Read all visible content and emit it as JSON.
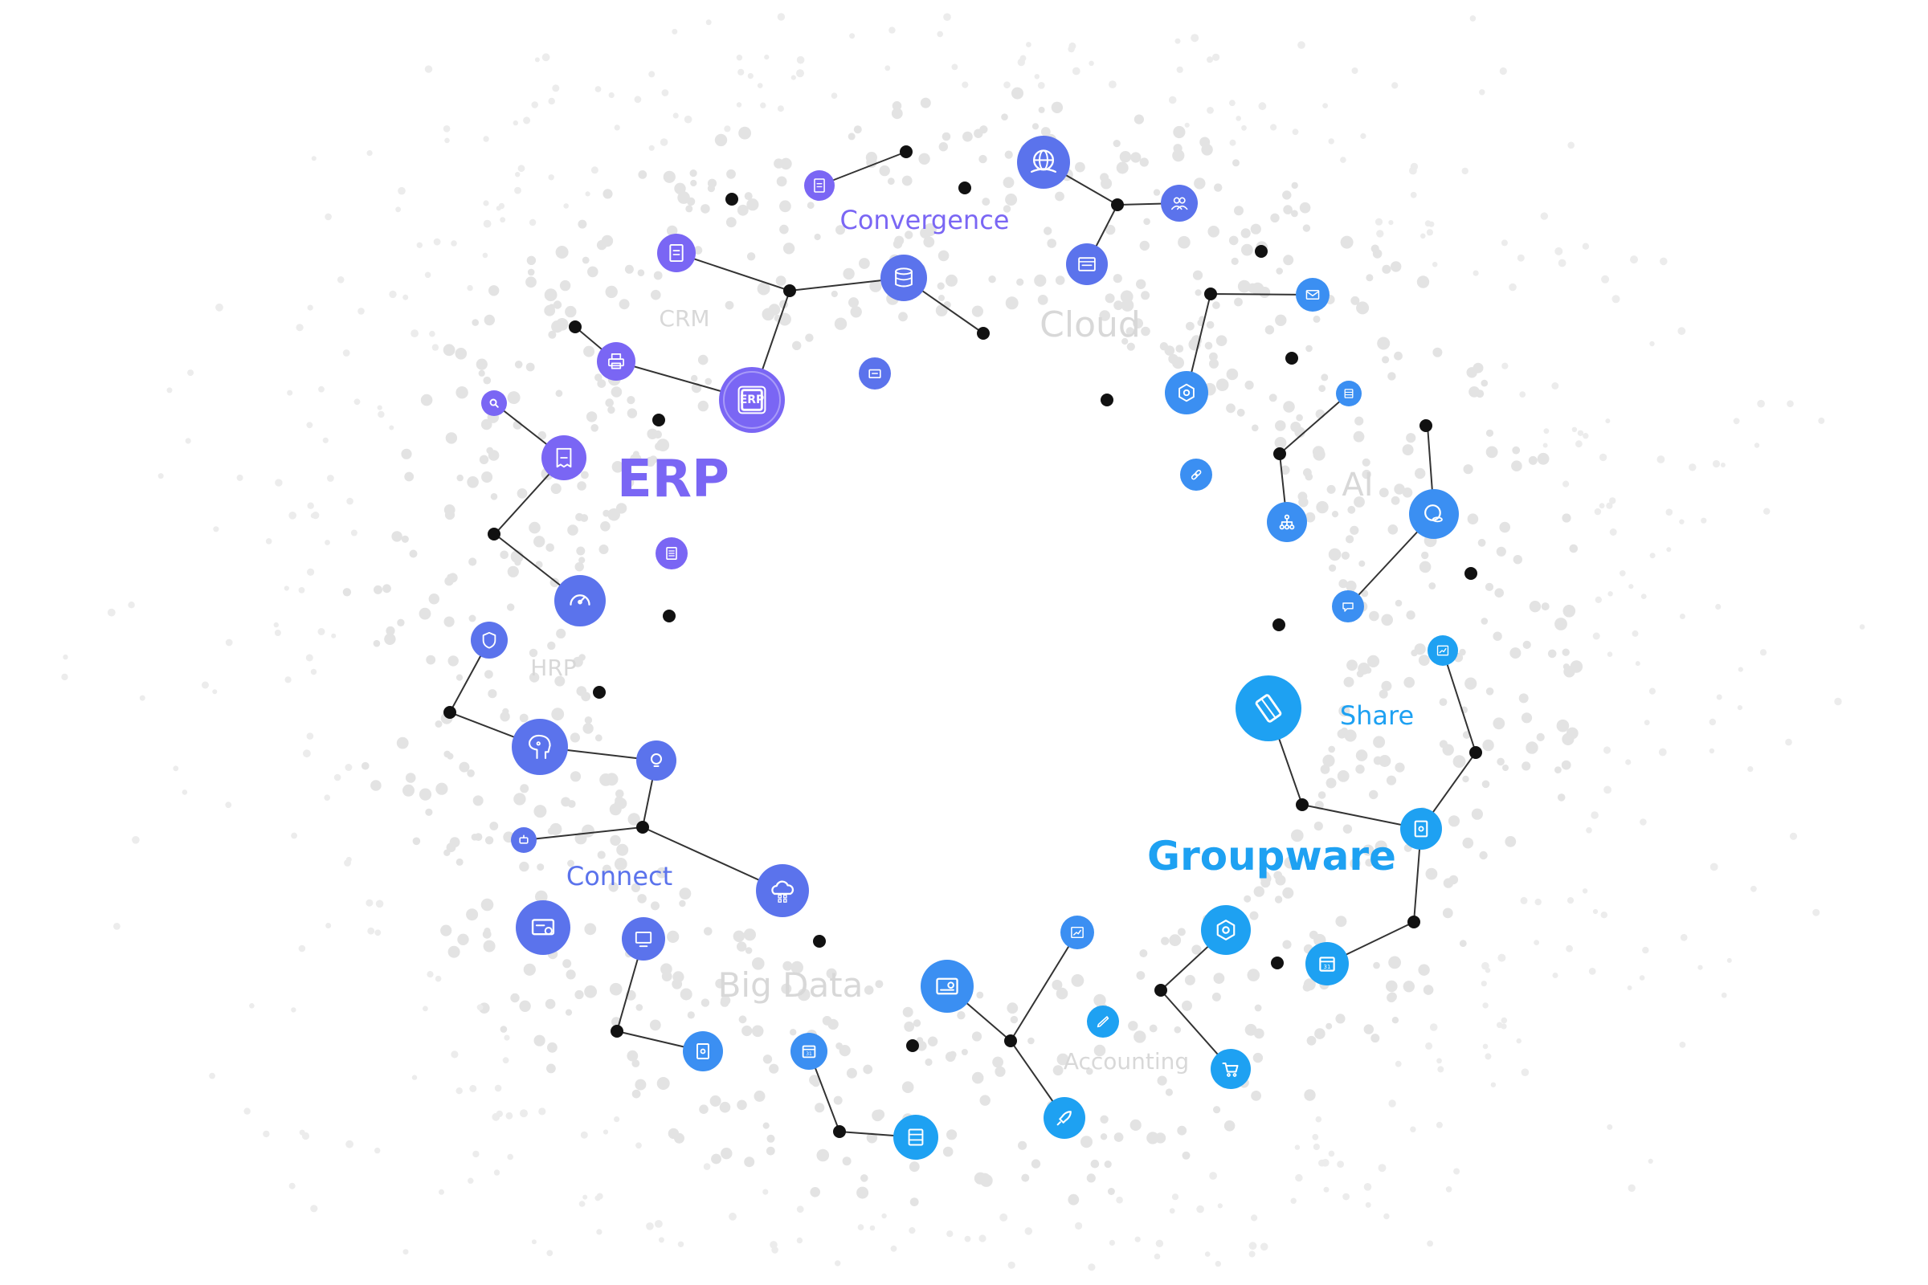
{
  "colors": {
    "purple": "#7a66f4",
    "blue_purple": "#5b73ec",
    "blue": "#3b8ff2",
    "sky": "#1ea1f2",
    "muted": "#d7d7d7",
    "dot": "#e3e3e3",
    "node": "#111111",
    "line": "#333333"
  },
  "labels": {
    "erp": "ERP",
    "groupware": "Groupware",
    "convergence": "Convergence",
    "connect": "Connect",
    "share": "Share",
    "cloud": "Cloud",
    "crm": "CRM",
    "hrp": "HRP",
    "ai": "AI",
    "big_data": "Big Data",
    "accounting": "Accounting"
  },
  "icons": {
    "erp_chip": "ERP"
  }
}
